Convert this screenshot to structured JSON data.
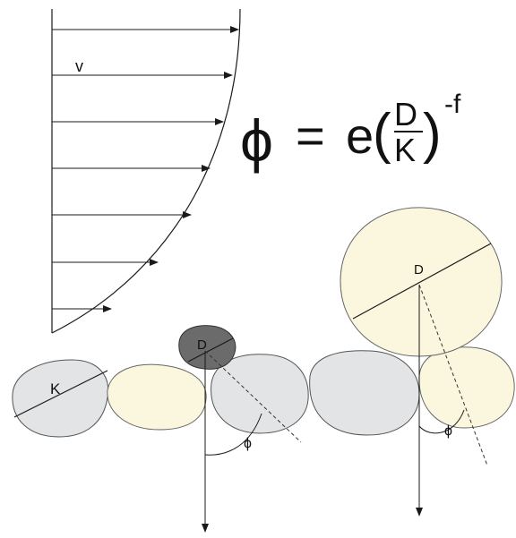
{
  "labels": {
    "velocity": "v",
    "grain_size_large": "D",
    "grain_size_small": "D",
    "roughness": "K",
    "angle_left": "ϕ",
    "angle_right": "ϕ"
  },
  "formula": {
    "lhs": "ϕ",
    "equals": "=",
    "coef": "e",
    "numerator": "D",
    "denominator": "K",
    "exponent": "-f"
  },
  "colors": {
    "line": "#1a1a1a",
    "grain_gray": "#e2e4e6",
    "grain_yellow": "#fbf7de",
    "grain_dark": "#6b6b6b"
  }
}
